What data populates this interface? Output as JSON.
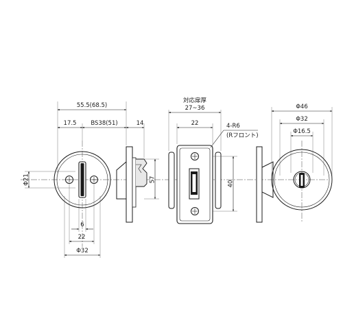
{
  "front_view": {
    "dims": {
      "overall": "55.5(68.5)",
      "left": "17.5",
      "bs": "BS38(51)",
      "right": "14",
      "dia_left": "Φ21",
      "height": "57",
      "small": "6",
      "mid": "22",
      "dia_bottom": "Φ32"
    }
  },
  "side_view": {
    "dims": {
      "title": "対応扉厚",
      "range": "27~36",
      "width": "22",
      "radius": "4-R6",
      "radius_note": "(Rフロント)",
      "height": "40"
    }
  },
  "back_view": {
    "dims": {
      "d1": "Φ46",
      "d2": "Φ32",
      "d3": "Φ16.5"
    }
  }
}
